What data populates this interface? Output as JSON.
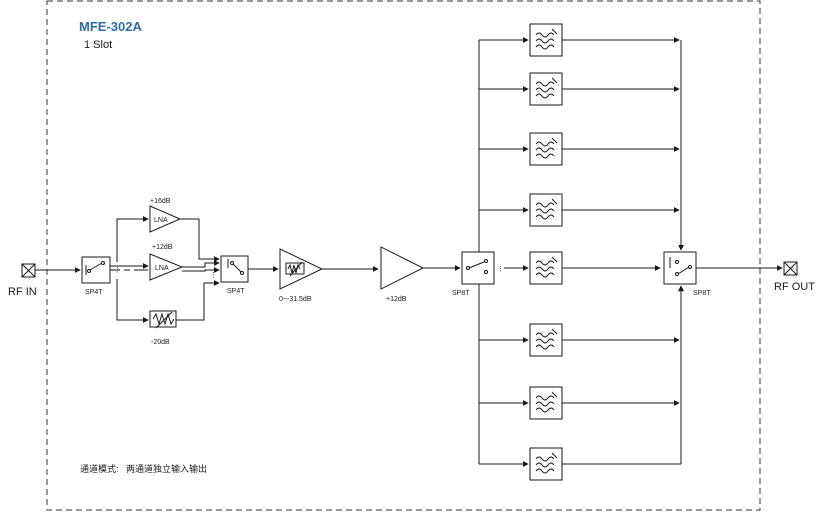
{
  "header": {
    "model": "MFE-302A",
    "slot": "1 Slot"
  },
  "ports": {
    "input": "RF IN",
    "output": "RF OUT"
  },
  "switches": {
    "sw1": "SP4T",
    "sw2": "SP4T",
    "sw3": "SP8T",
    "sw4": "SP8T"
  },
  "front_end": {
    "lna1_label": "LNA",
    "lna1_gain": "+16dB",
    "lna2_label": "LNA",
    "lna2_gain": "+12dB",
    "atten_fixed": "-20dB",
    "atten_var": "0~-31.5dB",
    "amp_gain": "+12dB"
  },
  "filter_bank": {
    "count": 8
  },
  "footer": {
    "mode": "通道模式:   两通道独立输入输出"
  },
  "colors": {
    "title": "#2e6da4",
    "line": "#1a1a1a",
    "border": "#333333"
  }
}
